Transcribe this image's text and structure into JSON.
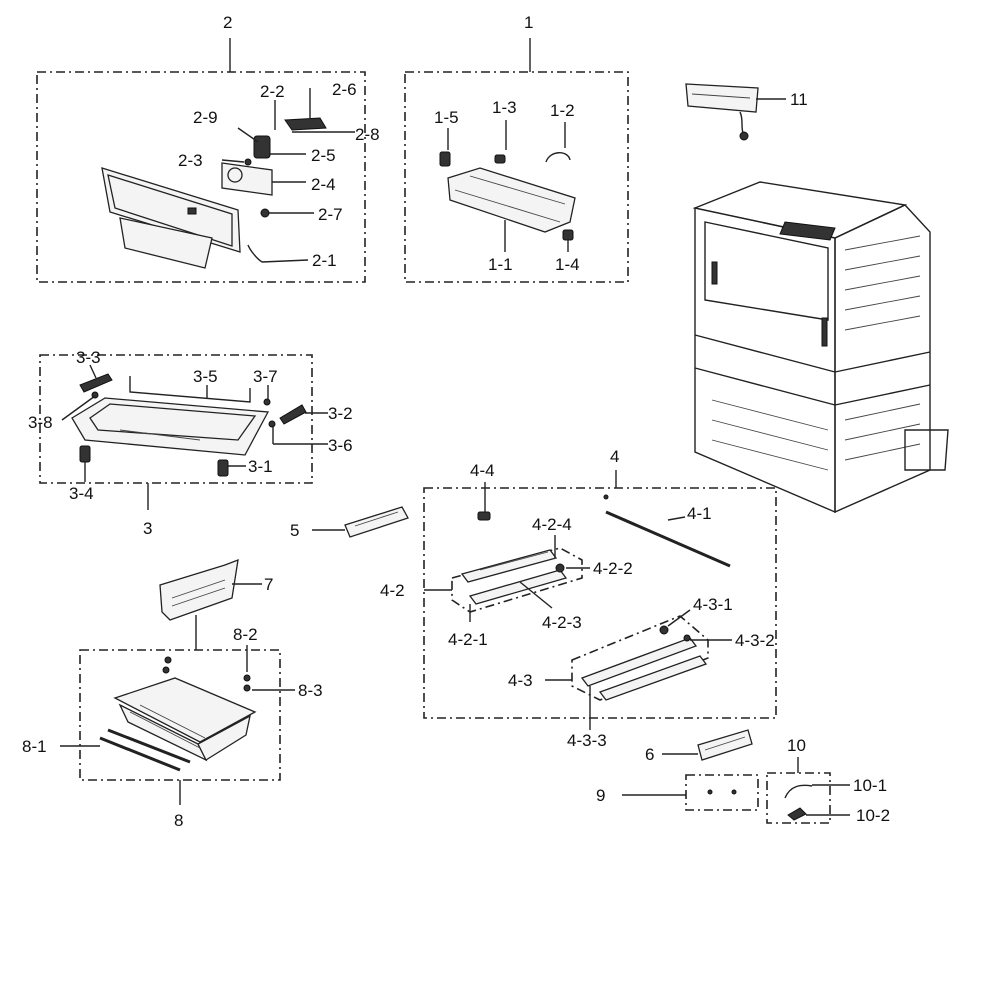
{
  "labels": {
    "g1": "1",
    "p1_1": "1-1",
    "p1_2": "1-2",
    "p1_3": "1-3",
    "p1_4": "1-4",
    "p1_5": "1-5",
    "g2": "2",
    "p2_1": "2-1",
    "p2_2": "2-2",
    "p2_3": "2-3",
    "p2_4": "2-4",
    "p2_5": "2-5",
    "p2_6": "2-6",
    "p2_7": "2-7",
    "p2_8": "2-8",
    "p2_9": "2-9",
    "g3": "3",
    "p3_1": "3-1",
    "p3_2": "3-2",
    "p3_3": "3-3",
    "p3_4": "3-4",
    "p3_5": "3-5",
    "p3_6": "3-6",
    "p3_7": "3-7",
    "p3_8": "3-8",
    "g4": "4",
    "p4_1": "4-1",
    "p4_2": "4-2",
    "p4_2_1": "4-2-1",
    "p4_2_2": "4-2-2",
    "p4_2_3": "4-2-3",
    "p4_2_4": "4-2-4",
    "p4_3": "4-3",
    "p4_3_1": "4-3-1",
    "p4_3_2": "4-3-2",
    "p4_3_3": "4-3-3",
    "p4_4": "4-4",
    "p5": "5",
    "p6": "6",
    "p7": "7",
    "g8": "8",
    "p8_1": "8-1",
    "p8_2": "8-2",
    "p8_3": "8-3",
    "p9": "9",
    "g10": "10",
    "p10_1": "10-1",
    "p10_2": "10-2",
    "p11": "11"
  }
}
